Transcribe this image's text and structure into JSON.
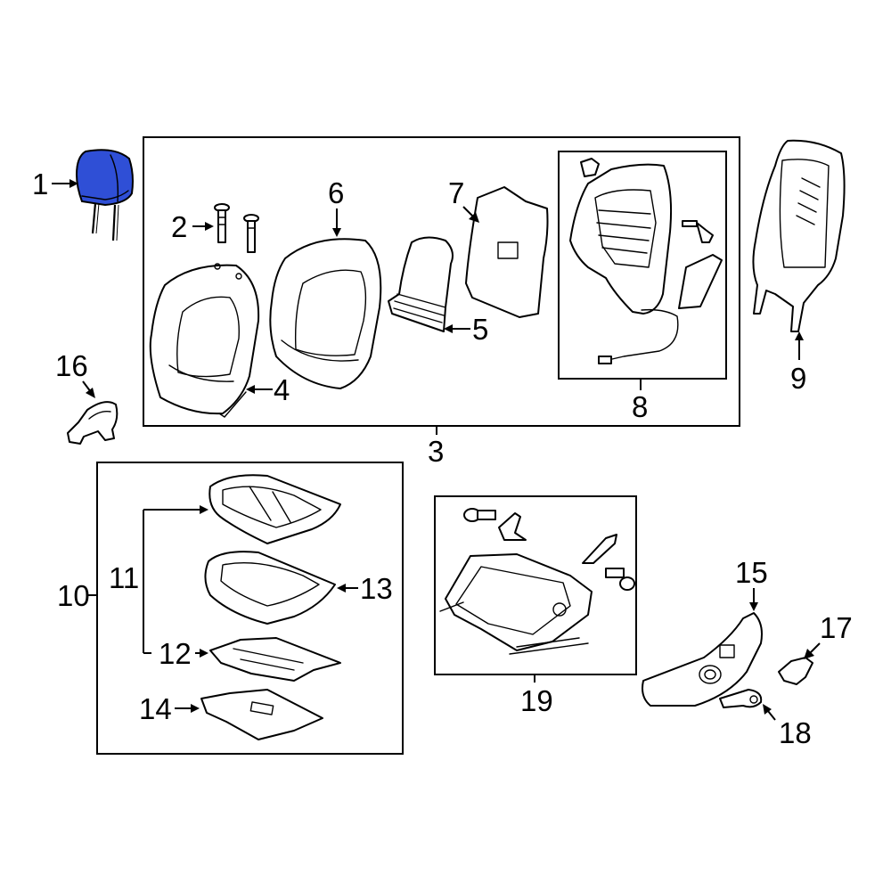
{
  "colors": {
    "highlight": "#2F4FD6",
    "line": "#000000",
    "background": "#ffffff"
  },
  "callouts": [
    {
      "id": "c1",
      "text": "1"
    },
    {
      "id": "c2",
      "text": "2"
    },
    {
      "id": "c3",
      "text": "3"
    },
    {
      "id": "c4",
      "text": "4"
    },
    {
      "id": "c5",
      "text": "5"
    },
    {
      "id": "c6",
      "text": "6"
    },
    {
      "id": "c7",
      "text": "7"
    },
    {
      "id": "c8",
      "text": "8"
    },
    {
      "id": "c9",
      "text": "9"
    },
    {
      "id": "c10",
      "text": "10"
    },
    {
      "id": "c11",
      "text": "11"
    },
    {
      "id": "c12",
      "text": "12"
    },
    {
      "id": "c13",
      "text": "13"
    },
    {
      "id": "c14",
      "text": "14"
    },
    {
      "id": "c15",
      "text": "15"
    },
    {
      "id": "c16",
      "text": "16"
    },
    {
      "id": "c17",
      "text": "17"
    },
    {
      "id": "c18",
      "text": "18"
    },
    {
      "id": "c19",
      "text": "19"
    }
  ]
}
